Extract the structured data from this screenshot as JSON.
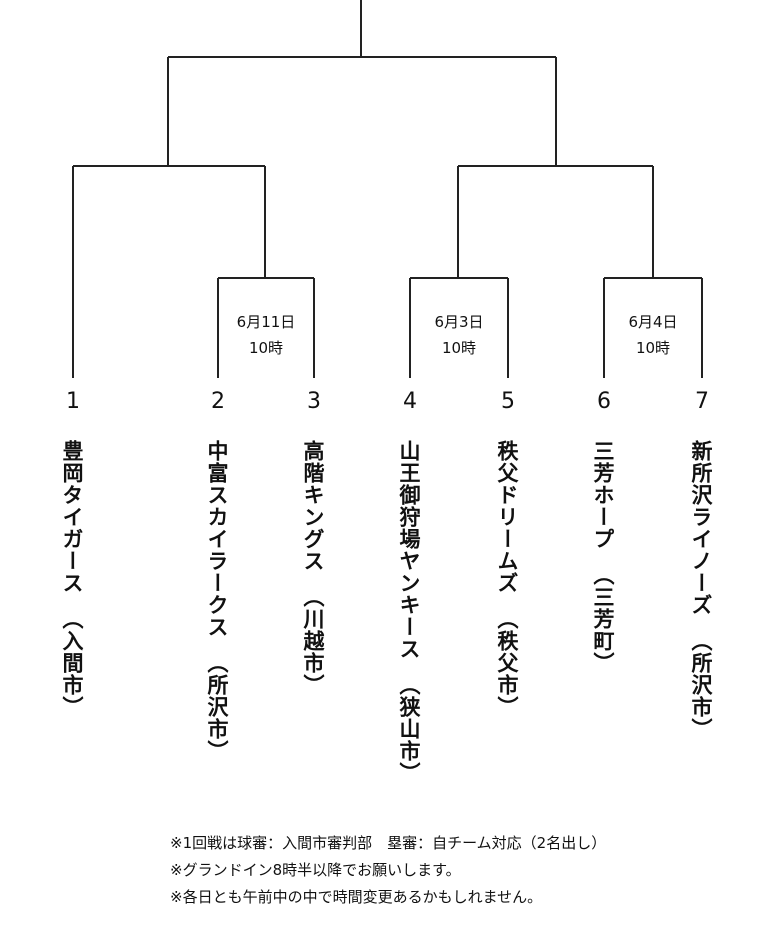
{
  "matches": [
    {
      "date": "6月11日",
      "time": "10時"
    },
    {
      "date": "6月3日",
      "time": "10時"
    },
    {
      "date": "6月4日",
      "time": "10時"
    }
  ],
  "teams": [
    {
      "seed": "1",
      "name": "豊岡タイガース",
      "city": "（入間市）"
    },
    {
      "seed": "2",
      "name": "中富スカイラークス",
      "city": "（所沢市）"
    },
    {
      "seed": "3",
      "name": "高階キングス",
      "city": "（川越市）"
    },
    {
      "seed": "4",
      "name": "山王御狩場ヤンキース",
      "city": "（狭山市）"
    },
    {
      "seed": "5",
      "name": "秩父ドリームズ",
      "city": "（秩父市）"
    },
    {
      "seed": "6",
      "name": "三芳ホープ",
      "city": "（三芳町）"
    },
    {
      "seed": "7",
      "name": "新所沢ライノーズ",
      "city": "（所沢市）"
    }
  ],
  "notes": [
    "※1回戦は球審：入間市審判部　塁審：自チーム対応（2名出し）",
    "※グランドイン8時半以降でお願いします。",
    "※各日とも午前中の中で時間変更あるかもしれません。"
  ]
}
